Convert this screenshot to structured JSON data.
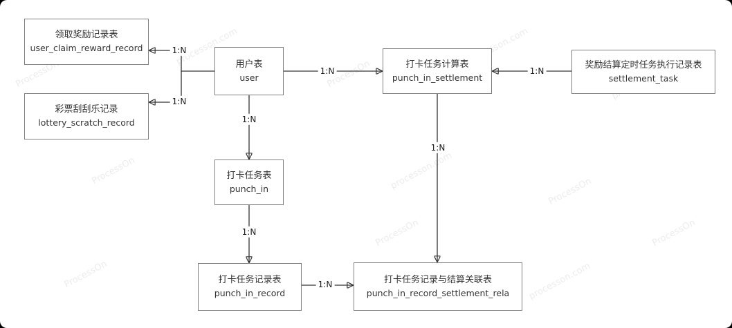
{
  "diagram": {
    "entities": [
      {
        "id": "user_claim_reward_record",
        "title_cn": "领取奖励记录表",
        "title_en": "user_claim_reward_record"
      },
      {
        "id": "lottery_scratch_record",
        "title_cn": "彩票刮刮乐记录",
        "title_en": "lottery_scratch_record"
      },
      {
        "id": "user",
        "title_cn": "用户表",
        "title_en": "user"
      },
      {
        "id": "punch_in_settlement",
        "title_cn": "打卡任务计算表",
        "title_en": "punch_in_settlement"
      },
      {
        "id": "settlement_task",
        "title_cn": "奖励结算定时任务执行记录表",
        "title_en": "settlement_task"
      },
      {
        "id": "punch_in",
        "title_cn": "打卡任务表",
        "title_en": "punch_in"
      },
      {
        "id": "punch_in_record",
        "title_cn": "打卡任务记录表",
        "title_en": "punch_in_record"
      },
      {
        "id": "punch_in_record_settlement_rela",
        "title_cn": "打卡任务记录与结算关联表",
        "title_en": "punch_in_record_settlement_rela"
      }
    ],
    "relationships": [
      {
        "from": "user",
        "to": "user_claim_reward_record",
        "label": "1:N"
      },
      {
        "from": "user",
        "to": "lottery_scratch_record",
        "label": "1:N"
      },
      {
        "from": "user",
        "to": "punch_in_settlement",
        "label": "1:N"
      },
      {
        "from": "settlement_task",
        "to": "punch_in_settlement",
        "label": "1:N"
      },
      {
        "from": "user",
        "to": "punch_in",
        "label": "1:N"
      },
      {
        "from": "punch_in",
        "to": "punch_in_record",
        "label": "1:N"
      },
      {
        "from": "punch_in_settlement",
        "to": "punch_in_record_settlement_rela",
        "label": "1:N"
      },
      {
        "from": "punch_in_record",
        "to": "punch_in_record_settlement_rela",
        "label": "1:N"
      }
    ],
    "watermark": {
      "text": "ProcessOn",
      "text_alt": "processon.com"
    },
    "colors": {
      "background": "#ffffff",
      "corner_background": "#000000",
      "entity_border": "#7d7d7d",
      "edge_stroke": "#333333",
      "text": "#333333"
    }
  }
}
